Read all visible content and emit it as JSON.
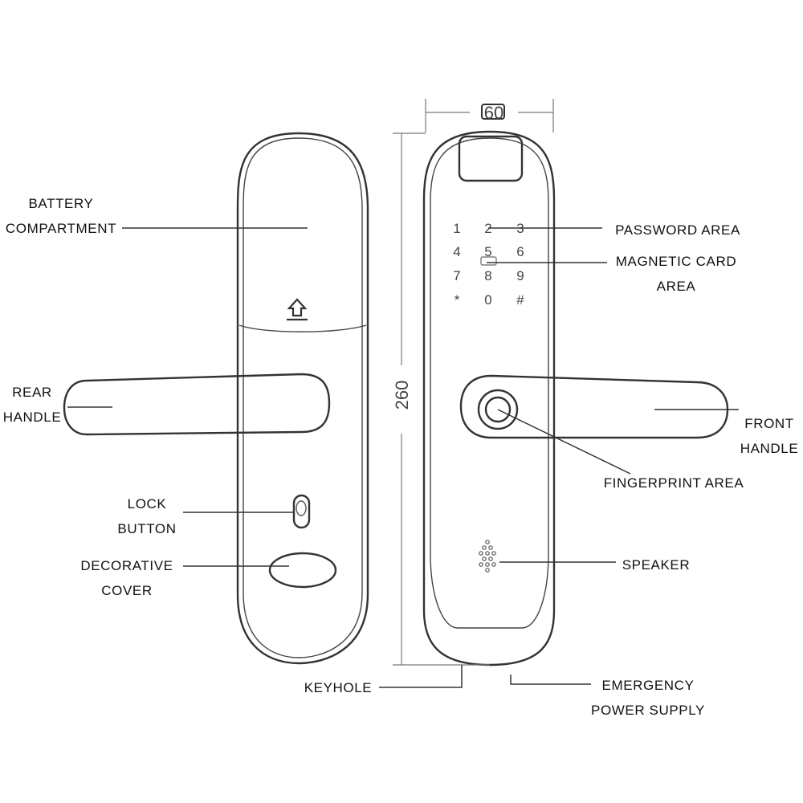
{
  "dimensions": {
    "width": "60",
    "height": "260"
  },
  "keypad": [
    "1",
    "2",
    "3",
    "4",
    "5",
    "6",
    "7",
    "8",
    "9",
    "*",
    "0",
    "#"
  ],
  "labels": {
    "battery_1": "BATTERY",
    "battery_2": "COMPARTMENT",
    "rear_1": "REAR",
    "rear_2": "HANDLE",
    "lock_1": "LOCK",
    "lock_2": "BUTTON",
    "deco_1": "DECORATIVE",
    "deco_2": "COVER",
    "keyhole": "KEYHOLE",
    "password": "PASSWORD AREA",
    "magcard_1": "MAGNETIC CARD",
    "magcard_2": "AREA",
    "front_1": "FRONT",
    "front_2": "HANDLE",
    "fingerprint": "FINGERPRINT AREA",
    "speaker": "SPEAKER",
    "emergency_1": "EMERGENCY",
    "emergency_2": "POWER SUPPLY"
  }
}
